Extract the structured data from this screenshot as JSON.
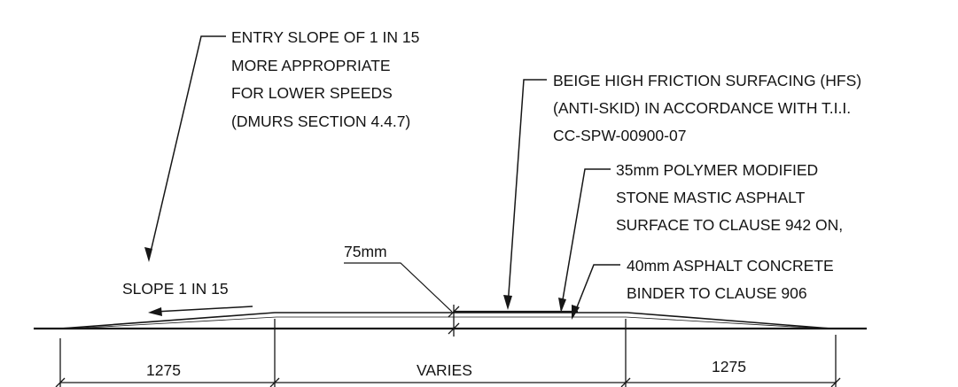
{
  "notes": {
    "entry_slope": {
      "lines": [
        "ENTRY SLOPE OF 1 IN 15",
        "MORE APPROPRIATE",
        "FOR LOWER SPEEDS",
        "(DMURS SECTION 4.4.7)"
      ]
    },
    "hfs": {
      "lines": [
        "BEIGE HIGH FRICTION SURFACING (HFS)",
        "(ANTI-SKID) IN ACCORDANCE WITH T.I.I.",
        "CC-SPW-00900-07"
      ]
    },
    "sma": {
      "lines": [
        "35mm POLYMER MODIFIED",
        "STONE MASTIC ASPHALT",
        "SURFACE TO CLAUSE 942 ON,"
      ]
    },
    "binder": {
      "lines": [
        "40mm ASPHALT CONCRETE",
        "BINDER TO CLAUSE 906"
      ]
    }
  },
  "labels": {
    "slope": "SLOPE 1 IN 15",
    "height": "75mm"
  },
  "dimensions": {
    "left": "1275",
    "middle": "VARIES",
    "right": "1275"
  }
}
